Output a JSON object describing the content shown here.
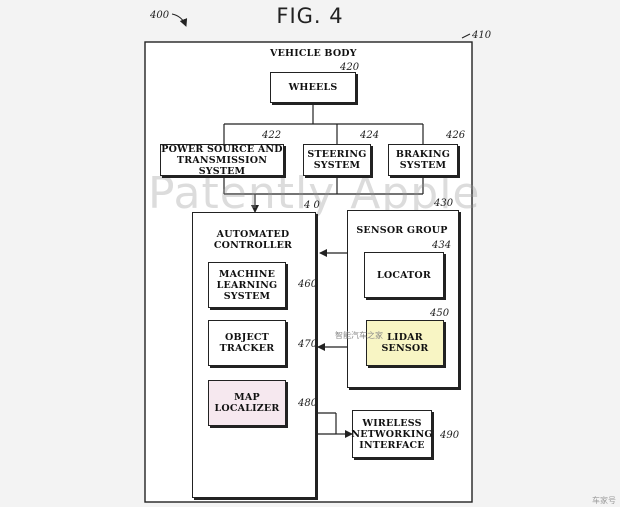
{
  "figure": {
    "title": "FIG. 4",
    "ref": "400"
  },
  "vehicle_body": {
    "label": "VEHICLE BODY",
    "ref": "410"
  },
  "wheels": {
    "label": "WHEELS",
    "ref": "420"
  },
  "power_source": {
    "label": "POWER SOURCE AND\nTRANSMISSION SYSTEM",
    "ref": "422"
  },
  "steering": {
    "label": "STEERING\nSYSTEM",
    "ref": "424"
  },
  "braking": {
    "label": "BRAKING\nSYSTEM",
    "ref": "426"
  },
  "controller": {
    "label": "AUTOMATED\nCONTROLLER",
    "ref": "4 0"
  },
  "ml_system": {
    "label": "MACHINE\nLEARNING\nSYSTEM",
    "ref": "460"
  },
  "object_tracker": {
    "label": "OBJECT\nTRACKER",
    "ref": "470"
  },
  "map_localizer": {
    "label": "MAP\nLOCALIZER",
    "ref": "480"
  },
  "sensor_group": {
    "label": "SENSOR GROUP",
    "ref": "430"
  },
  "locator": {
    "label": "LOCATOR",
    "ref": "434"
  },
  "lidar": {
    "label": "LIDAR SENSOR",
    "ref": "450"
  },
  "wireless": {
    "label": "WIRELESS\nNETWORKING\nINTERFACE",
    "ref": "490"
  },
  "watermark": {
    "text": "Patently Apple"
  },
  "overlay_text": {
    "text": "智能汽车之家"
  },
  "corner_mark": {
    "text": "车家号"
  },
  "colors": {
    "map_localizer_fill": "#f6e8ef",
    "lidar_fill": "#f8f5c4",
    "line": "#222222"
  }
}
